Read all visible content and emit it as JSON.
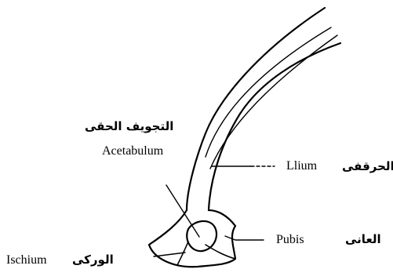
{
  "labels": {
    "acetabulum": {
      "en": "Acetabulum",
      "ar": "التجويف الحقى"
    },
    "ilium": {
      "en": "Llium",
      "ar": "الحرقفى"
    },
    "pubis": {
      "en": "Pubis",
      "ar": "العانى"
    },
    "ischium": {
      "en": "Ischium",
      "ar": "الوركى"
    }
  },
  "colors": {
    "ink": "#000000",
    "background": "#ffffff"
  }
}
